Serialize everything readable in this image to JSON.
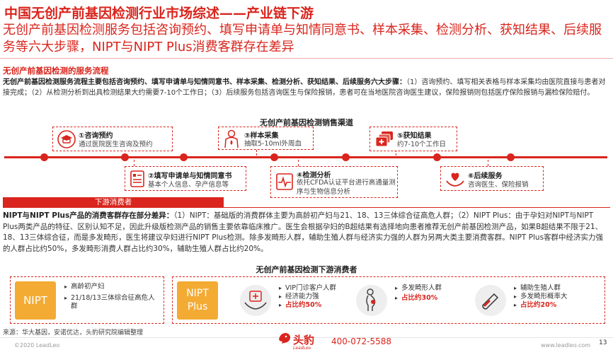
{
  "header": {
    "title": "中国无创产前基因检测行业市场综述——产业链下游",
    "subtitle": "无创产前基因检测服务包括咨询预约、填写申请单与知情同意书、样本采集、检测分析、获知结果、后续服务等六大步骤，NIPT与NIPT Plus消费客群存在差异"
  },
  "section1": {
    "heading": "无创产前基因检测的服务流程",
    "lead": "无创产前基因检测服务流程主要包括咨询预约、填写申请单与知情同意书、样本采集、检测分析、获知结果、后续服务六大步骤：",
    "body": "（1）咨询预约、填写相关表格与样本采集均由医院直接与患者对接完成；（2）从检测分析到出具检测结果大约需要7-10个工作日；（3）后续服务包括咨询医生与保险报销，患者可在当地医院咨询医生建议，保险报销则包括医疗保险报销与漏检保险赔付。"
  },
  "flow": {
    "title": "无创产前基因检测销售渠道",
    "steps": [
      {
        "title": "①咨询预约",
        "desc": "通过医院医生咨询及预约",
        "icon": "doctor-cap-icon"
      },
      {
        "title": "②填写申请单与知情同意书",
        "desc": "基本个人信息、孕产信息等",
        "icon": "document-form-icon"
      },
      {
        "title": "③样本采集",
        "desc": "抽取5-10ml外周血",
        "icon": "blood-draw-person-icon"
      },
      {
        "title": "④检测分析",
        "desc": "依托CFDA认证平台进行高通量测序与生物信息分析",
        "icon": "heartbeat-monitor-icon"
      },
      {
        "title": "⑤获知结果",
        "desc": "约7-10个工作日",
        "icon": "medical-reports-icon"
      },
      {
        "title": "⑥后续服务",
        "desc": "咨询医生、保险报销",
        "icon": "heart-hands-icon"
      }
    ]
  },
  "section2": {
    "tab": "下游消费者",
    "lead": "NIPT与NIPT Plus产品的消费客群存在部分差异：",
    "body": "（1）NIPT：基础版的消费群体主要为高龄初产妇与21、18、13三体综合征高危人群；（2）NIPT Plus：由于孕妇对NIPT与NIPT Plus两类产品的特征、区别认知不足，因此升级版检测产品的销售主要依靠临床推广。医生会根据孕妇的B超结果有选择地向患者推荐无创产前基因检测产品，如果B超结果不限于21、18、13三体综合征，而是多发畸形，医生将建议孕妇进行NIPT Plus检测。除多发畸形人群，辅助生殖人群与经济实力强的人群为另两大类主要消费客群。NIPT Plus客群中经济实力强的人群占比约50%，多发畸形消费人群占比约30%，辅助生殖人群占比约20%。"
  },
  "customers": {
    "title": "无创产前基因检测下游消费者",
    "nipt": {
      "badge": "NIPT",
      "items": [
        "高龄初产妇",
        "21/18/13三体综合征高危人群"
      ]
    },
    "nipt_plus": {
      "badge_line1": "NIPT",
      "badge_line2": "Plus",
      "groups": [
        {
          "icon": "vip-hands-icon",
          "items": [
            "VIP门诊客户人群",
            "经济能力强"
          ],
          "share": "占比约50%"
        },
        {
          "icon": "pregnant-woman-icon",
          "items": [
            "多发畸形人群"
          ],
          "share": "占比约30%"
        },
        {
          "icon": "test-tube-icon",
          "items": [
            "辅助生殖人群",
            "多发畸形概率大"
          ],
          "share": "占比约20%"
        }
      ]
    }
  },
  "footer": {
    "source": "来源：华大基因，安诺优达，头豹研究院编辑整理",
    "copyright": "©2020 LeadLeo",
    "brand": "头豹",
    "brand_sub": "LeadLeo",
    "phone": "400-072-5588",
    "website": "www.leadleo.com",
    "page": "13"
  },
  "colors": {
    "accent": "#d9251d",
    "badge": "#f3ab34"
  }
}
